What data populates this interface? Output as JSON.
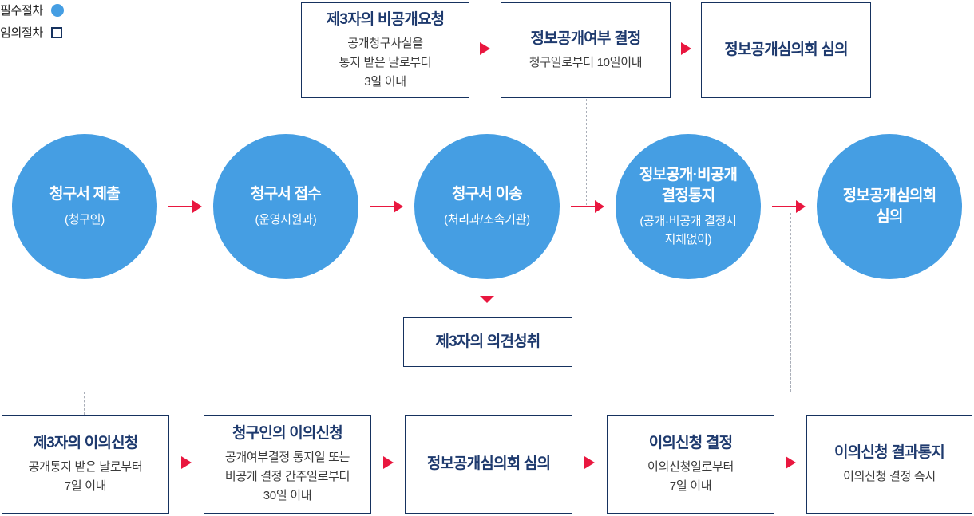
{
  "legend": {
    "required_label": "필수절차",
    "optional_label": "임의절차"
  },
  "top_row": {
    "boxes": [
      {
        "title": "제3자의 비공개요청",
        "sub": "공개청구사실을\n통지 받은 날로부터\n3일 이내"
      },
      {
        "title": "정보공개여부 결정",
        "sub": "청구일로부터 10일이내"
      },
      {
        "title": "정보공개심의회 심의",
        "sub": ""
      }
    ]
  },
  "main_row": {
    "circles": [
      {
        "title": "청구서 제출",
        "sub": "(청구인)"
      },
      {
        "title": "청구서 접수",
        "sub": "(운영지원과)"
      },
      {
        "title": "청구서 이송",
        "sub": "(처리과/소속기관)"
      },
      {
        "title": "정보공개·비공개\n결정통지",
        "sub": "(공개·비공개 결정시\n지체없이)"
      },
      {
        "title": "정보공개심의회\n심의",
        "sub": ""
      }
    ]
  },
  "middle_box": {
    "title": "제3자의 의견성취"
  },
  "bottom_row": {
    "boxes": [
      {
        "title": "제3자의 이의신청",
        "sub": "공개통지 받은 날로부터\n7일 이내"
      },
      {
        "title": "청구인의 이의신청",
        "sub": "공개여부결정 통지일 또는\n비공개 결정 간주일로부터\n30일 이내"
      },
      {
        "title": "정보공개심의회 심의",
        "sub": ""
      },
      {
        "title": "이의신청 결정",
        "sub": "이의신청일로부터\n7일 이내"
      },
      {
        "title": "이의신청 결과통지",
        "sub": "이의신청 결정 즉시"
      }
    ]
  },
  "colors": {
    "process_blue": "#459ee3",
    "navy": "#16325f",
    "arrow_red": "#e9173f",
    "dashed_gray": "#a9aeb8"
  }
}
